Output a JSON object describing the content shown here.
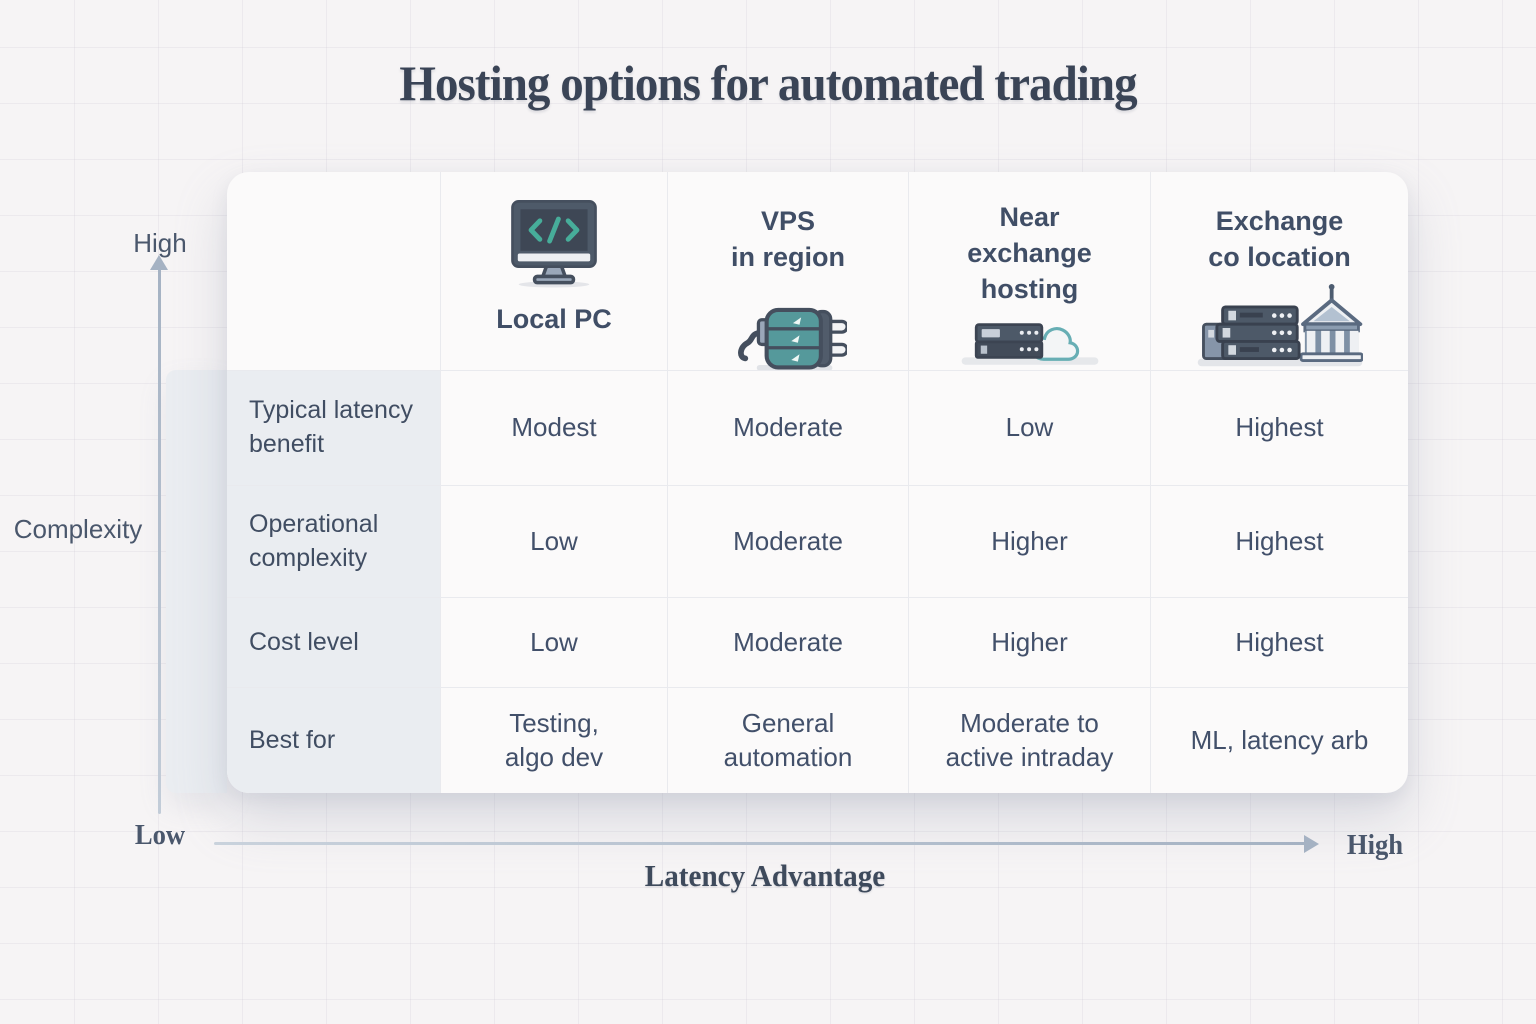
{
  "title": "Hosting options for automated trading",
  "palette": {
    "accent_teal": "#47ad9a",
    "slate_dark": "#454f5e",
    "text": "#3e4a5e",
    "axis_arrow": "#a5b2c3",
    "panel_bg": "#fbfafa",
    "label_band": "#eaedf1"
  },
  "table": {
    "columns": [
      {
        "label": "Local PC",
        "icon": "monitor-code-icon"
      },
      {
        "label": "VPS\nin region",
        "icon": "power-plug-icon"
      },
      {
        "label": "Near\nexchange\nhosting",
        "icon": "server-cloud-icon"
      },
      {
        "label": "Exchange\nco location",
        "icon": "server-building-icon"
      }
    ],
    "rows": [
      {
        "label": "Typical latency\nbenefit",
        "values": [
          "Modest",
          "Moderate",
          "Low",
          "Highest"
        ]
      },
      {
        "label": "Operational\ncomplexity",
        "values": [
          "Low",
          "Moderate",
          "Higher",
          "Highest"
        ]
      },
      {
        "label": "Cost level",
        "values": [
          "Low",
          "Moderate",
          "Higher",
          "Highest"
        ]
      },
      {
        "label": "Best for",
        "values": [
          "Testing,\nalgo dev",
          "General\nautomation",
          "Moderate to\nactive intraday",
          "ML, latency arb"
        ]
      }
    ]
  },
  "y_axis": {
    "label": "Complexity",
    "top": "High",
    "bottom": "Low"
  },
  "x_axis": {
    "label": "Latency Advantage",
    "right": "High"
  }
}
